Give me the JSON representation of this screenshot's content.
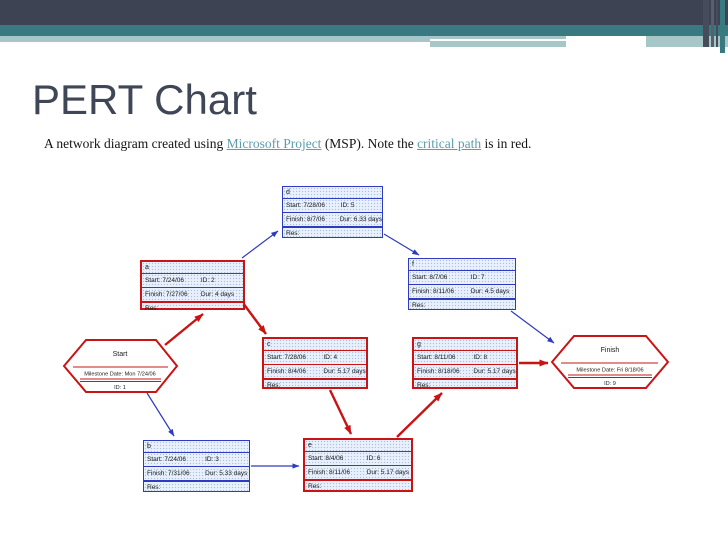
{
  "title": "PERT Chart",
  "subtitle": {
    "text_before_link1": "A network diagram created using ",
    "link1": "Microsoft Project",
    "text_between_links": " (MSP). Note the ",
    "link2": "critical path",
    "text_after_link2": " is in red."
  },
  "colors": {
    "critical_red": "#c81414",
    "noncritical_blue": "#2e3bbf",
    "header_dark": "#3e4353",
    "header_teal": "#397a80",
    "header_light_teal": "#a7c6c8",
    "link_teal": "#5d9cac",
    "title_text": "#3f4656"
  },
  "diagram": {
    "tasks": {
      "a": {
        "name": "a",
        "start_text": "Start:  7/24/06",
        "id_text": "ID:  2",
        "finish_text": "Finish:  7/27/06",
        "dur_text": "Dur:  4 days",
        "res_text": "Res:",
        "critical": true
      },
      "b": {
        "name": "b",
        "start_text": "Start:  7/24/06",
        "id_text": "ID:  3",
        "finish_text": "Finish:  7/31/06",
        "dur_text": "Dur:  5.33 days",
        "res_text": "Res:",
        "critical": false
      },
      "c": {
        "name": "c",
        "start_text": "Start:  7/28/06",
        "id_text": "ID:  4",
        "finish_text": "Finish:  8/4/06",
        "dur_text": "Dur:  5.17 days",
        "res_text": "Res:",
        "critical": true
      },
      "d": {
        "name": "d",
        "start_text": "Start:  7/28/06",
        "id_text": "ID:  5",
        "finish_text": "Finish:  8/7/06",
        "dur_text": "Dur:  6.33 days",
        "res_text": "Res:",
        "critical": false
      },
      "e": {
        "name": "e",
        "start_text": "Start:  8/4/06",
        "id_text": "ID:  6",
        "finish_text": "Finish:  8/11/06",
        "dur_text": "Dur:  5.17 days",
        "res_text": "Res:",
        "critical": true
      },
      "f": {
        "name": "f",
        "start_text": "Start:  8/7/06",
        "id_text": "ID:  7",
        "finish_text": "Finish:  8/11/06",
        "dur_text": "Dur:  4.5 days",
        "res_text": "Res:",
        "critical": false
      },
      "g": {
        "name": "g",
        "start_text": "Start:  8/11/06",
        "id_text": "ID:  8",
        "finish_text": "Finish:  8/18/06",
        "dur_text": "Dur:  5.17 days",
        "res_text": "Res:",
        "critical": true
      }
    },
    "milestones": {
      "start": {
        "title": "Start",
        "date_text": "Milestone Date:  Mon 7/24/06",
        "id_text": "ID:  1",
        "critical": true
      },
      "finish": {
        "title": "Finish",
        "date_text": "Milestone Date:  Fri 8/18/06",
        "id_text": "ID:  9",
        "critical": true
      }
    },
    "edges": {
      "critical_path": [
        "Start",
        "a",
        "c",
        "e",
        "g",
        "Finish"
      ],
      "noncritical": [
        "Start-b",
        "a-d",
        "d-f",
        "b-e",
        "f-Finish"
      ]
    }
  }
}
